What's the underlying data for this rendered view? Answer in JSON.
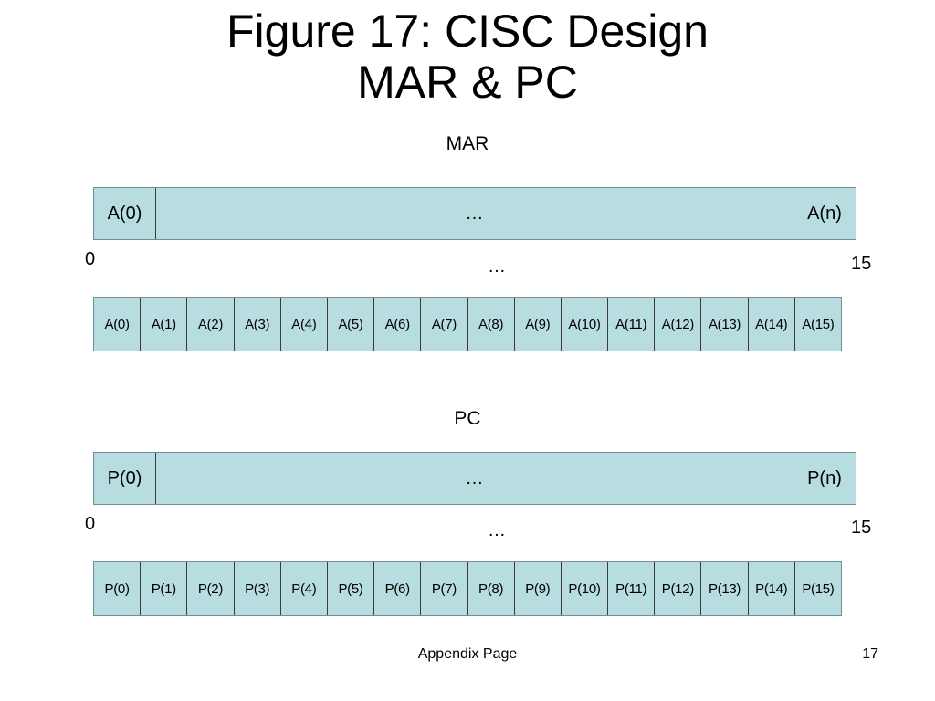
{
  "slide": {
    "title_line1": "Figure 17: CISC Design",
    "title_line2": "MAR & PC"
  },
  "mar": {
    "label": "MAR",
    "summary_cells": [
      "A(0)",
      "…",
      "A(n)"
    ],
    "start_index": "0",
    "end_index": "15",
    "ellipsis": "…",
    "bit_cells": [
      "A(0)",
      "A(1)",
      "A(2)",
      "A(3)",
      "A(4)",
      "A(5)",
      "A(6)",
      "A(7)",
      "A(8)",
      "A(9)",
      "A(10)",
      "A(11)",
      "A(12)",
      "A(13)",
      "A(14)",
      "A(15)"
    ]
  },
  "pc": {
    "label": "PC",
    "summary_cells": [
      "P(0)",
      "…",
      "P(n)"
    ],
    "start_index": "0",
    "end_index": "15",
    "ellipsis": "…",
    "bit_cells": [
      "P(0)",
      "P(1)",
      "P(2)",
      "P(3)",
      "P(4)",
      "P(5)",
      "P(6)",
      "P(7)",
      "P(8)",
      "P(9)",
      "P(10)",
      "P(11)",
      "P(12)",
      "P(13)",
      "P(14)",
      "P(15)"
    ]
  },
  "footer": {
    "center_text": "Appendix Page",
    "page_number": "17"
  },
  "colors": {
    "cell_fill": "#b7dde1",
    "cell_border": "#3b3b3b"
  }
}
